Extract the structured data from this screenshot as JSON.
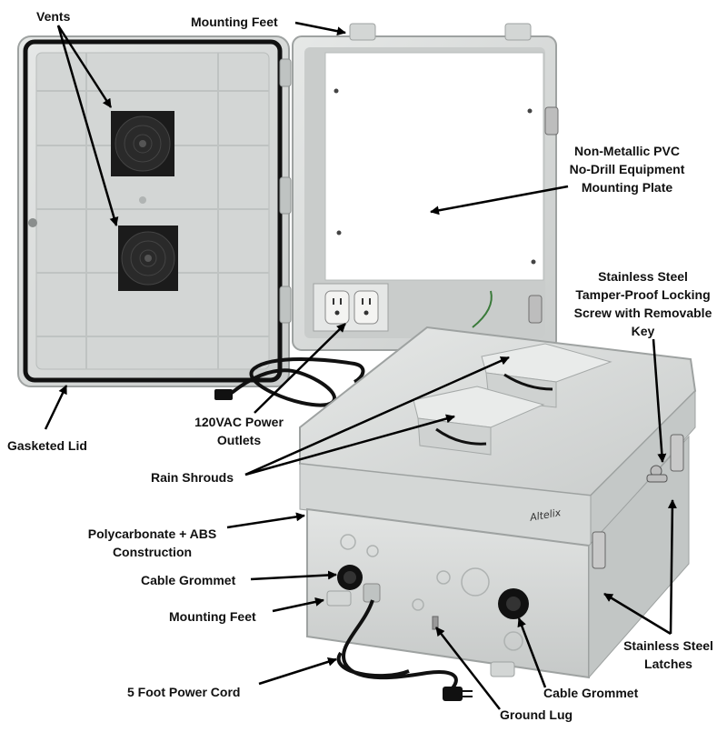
{
  "labels": {
    "vents": "Vents",
    "mounting_feet_top": "Mounting Feet",
    "plate": [
      "Non-Metallic PVC",
      "No-Drill Equipment",
      "Mounting Plate"
    ],
    "locking_screw": [
      "Stainless Steel",
      "Tamper-Proof Locking",
      "Screw with Removable",
      "Key"
    ],
    "outlets": [
      "120VAC Power",
      "Outlets"
    ],
    "gasketed_lid": "Gasketed Lid",
    "rain_shrouds": "Rain Shrouds",
    "construction": [
      "Polycarbonate + ABS",
      "Construction"
    ],
    "cable_grommet_left": "Cable Grommet",
    "mounting_feet_bottom": "Mounting Feet",
    "latches": [
      "Stainless Steel",
      "Latches"
    ],
    "power_cord": "5 Foot Power Cord",
    "cable_grommet_right": "Cable Grommet",
    "ground_lug": "Ground Lug"
  },
  "brand": "Altelix",
  "colors": {
    "enclosure": "#d9dcdb",
    "enclosure_shade": "#c2c6c5",
    "gasket": "#111111",
    "fan": "#1b1b1b",
    "plate": "#ffffff",
    "arrow": "#000000"
  }
}
